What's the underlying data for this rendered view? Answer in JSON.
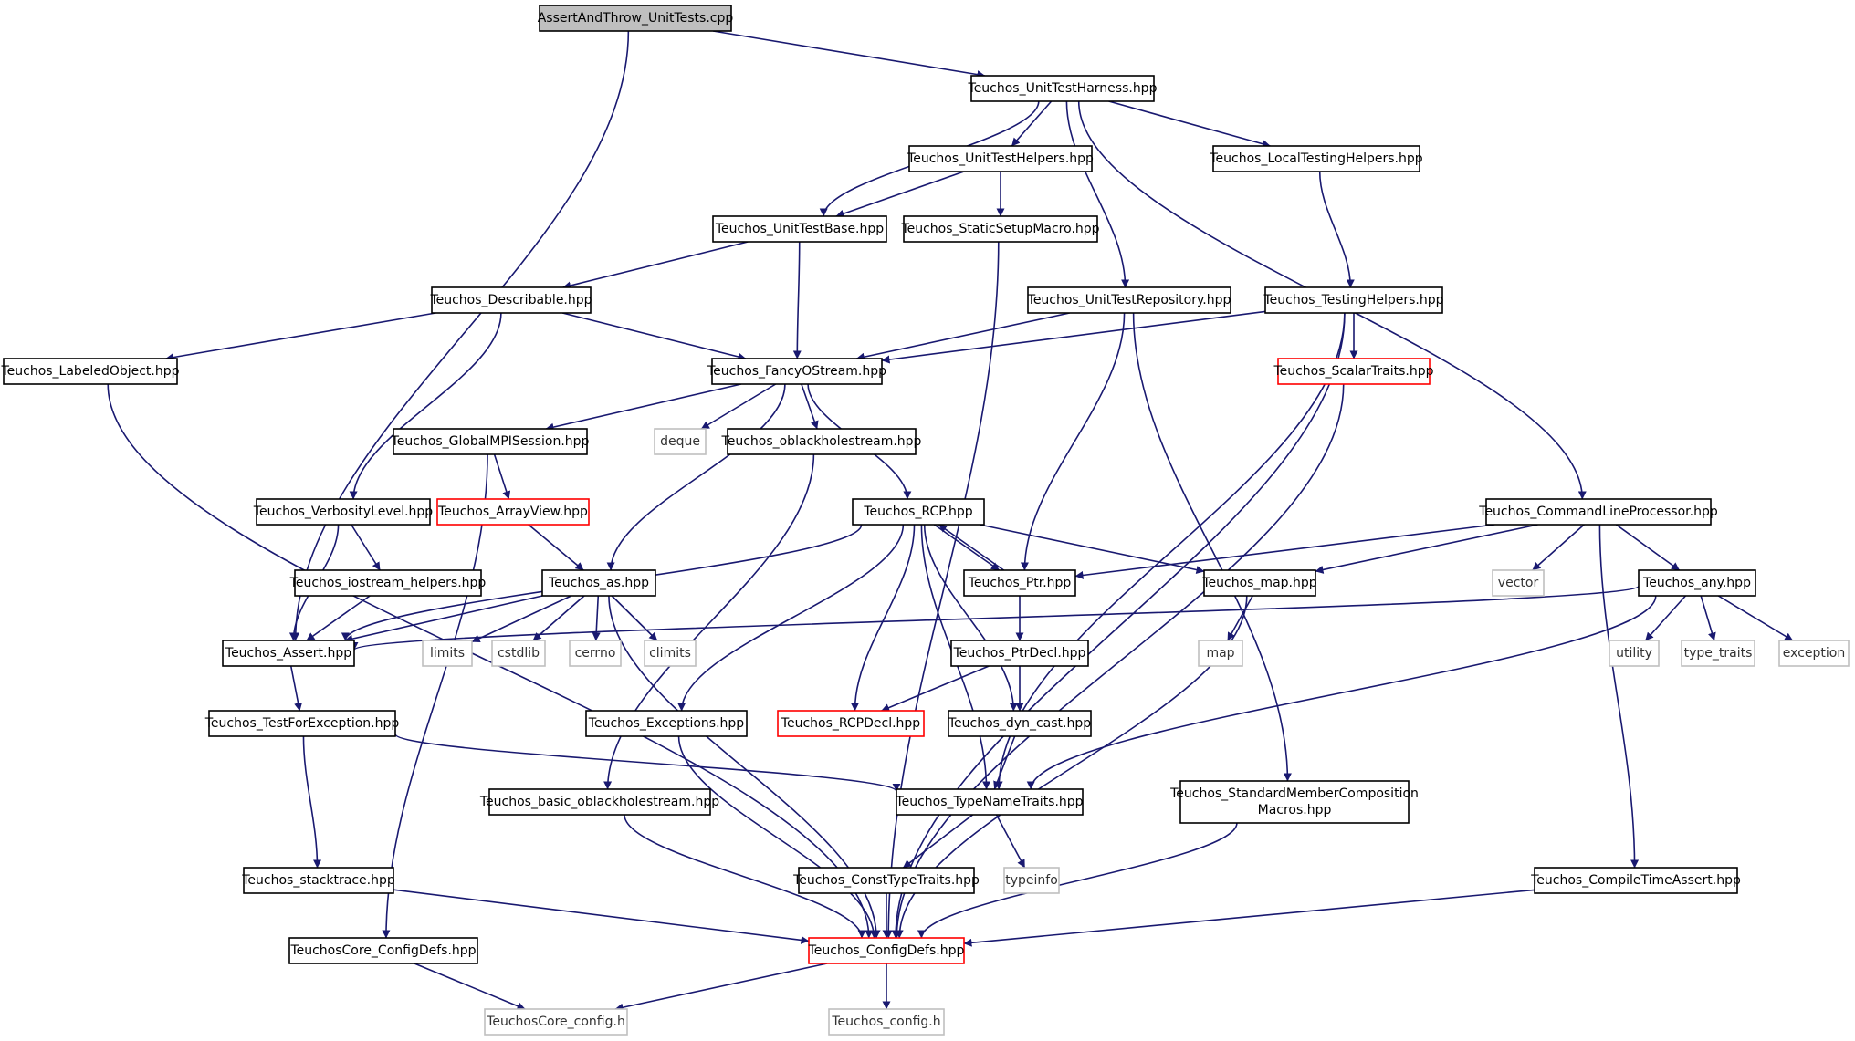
{
  "nodes": [
    {
      "id": "root",
      "label": "AssertAndThrow_UnitTests.cpp",
      "kind": "root"
    },
    {
      "id": "uth",
      "label": "Teuchos_UnitTestHarness.hpp",
      "kind": "normal"
    },
    {
      "id": "uthelp",
      "label": "Teuchos_UnitTestHelpers.hpp",
      "kind": "normal"
    },
    {
      "id": "localth",
      "label": "Teuchos_LocalTestingHelpers.hpp",
      "kind": "normal"
    },
    {
      "id": "utbase",
      "label": "Teuchos_UnitTestBase.hpp",
      "kind": "normal"
    },
    {
      "id": "static",
      "label": "Teuchos_StaticSetupMacro.hpp",
      "kind": "normal"
    },
    {
      "id": "describ",
      "label": "Teuchos_Describable.hpp",
      "kind": "normal"
    },
    {
      "id": "utrepo",
      "label": "Teuchos_UnitTestRepository.hpp",
      "kind": "normal"
    },
    {
      "id": "testh",
      "label": "Teuchos_TestingHelpers.hpp",
      "kind": "normal"
    },
    {
      "id": "labeled",
      "label": "Teuchos_LabeledObject.hpp",
      "kind": "normal"
    },
    {
      "id": "fancy",
      "label": "Teuchos_FancyOStream.hpp",
      "kind": "normal"
    },
    {
      "id": "scalar",
      "label": "Teuchos_ScalarTraits.hpp",
      "kind": "red"
    },
    {
      "id": "gmpi",
      "label": "Teuchos_GlobalMPISession.hpp",
      "kind": "normal"
    },
    {
      "id": "deque",
      "label": "deque",
      "kind": "gray"
    },
    {
      "id": "oblack",
      "label": "Teuchos_oblackholestream.hpp",
      "kind": "normal"
    },
    {
      "id": "verb",
      "label": "Teuchos_VerbosityLevel.hpp",
      "kind": "normal"
    },
    {
      "id": "arrview",
      "label": "Teuchos_ArrayView.hpp",
      "kind": "red"
    },
    {
      "id": "rcp",
      "label": "Teuchos_RCP.hpp",
      "kind": "normal"
    },
    {
      "id": "clp",
      "label": "Teuchos_CommandLineProcessor.hpp",
      "kind": "normal"
    },
    {
      "id": "iosh",
      "label": "Teuchos_iostream_helpers.hpp",
      "kind": "normal"
    },
    {
      "id": "as",
      "label": "Teuchos_as.hpp",
      "kind": "normal"
    },
    {
      "id": "ptr",
      "label": "Teuchos_Ptr.hpp",
      "kind": "normal"
    },
    {
      "id": "map",
      "label": "Teuchos_map.hpp",
      "kind": "normal"
    },
    {
      "id": "vector",
      "label": "vector",
      "kind": "gray"
    },
    {
      "id": "any",
      "label": "Teuchos_any.hpp",
      "kind": "normal"
    },
    {
      "id": "assert",
      "label": "Teuchos_Assert.hpp",
      "kind": "normal"
    },
    {
      "id": "limits",
      "label": "limits",
      "kind": "gray"
    },
    {
      "id": "cstdlib",
      "label": "cstdlib",
      "kind": "gray"
    },
    {
      "id": "cerrno",
      "label": "cerrno",
      "kind": "gray"
    },
    {
      "id": "climits",
      "label": "climits",
      "kind": "gray"
    },
    {
      "id": "ptrdecl",
      "label": "Teuchos_PtrDecl.hpp",
      "kind": "normal"
    },
    {
      "id": "mapstd",
      "label": "map",
      "kind": "gray"
    },
    {
      "id": "utility",
      "label": "utility",
      "kind": "gray"
    },
    {
      "id": "typetraits",
      "label": "type_traits",
      "kind": "gray"
    },
    {
      "id": "exception",
      "label": "exception",
      "kind": "gray"
    },
    {
      "id": "tfe",
      "label": "Teuchos_TestForException.hpp",
      "kind": "normal"
    },
    {
      "id": "exc",
      "label": "Teuchos_Exceptions.hpp",
      "kind": "normal"
    },
    {
      "id": "rcpdecl",
      "label": "Teuchos_RCPDecl.hpp",
      "kind": "red"
    },
    {
      "id": "dyncast",
      "label": "Teuchos_dyn_cast.hpp",
      "kind": "normal"
    },
    {
      "id": "basicob",
      "label": "Teuchos_basic_oblackholestream.hpp",
      "kind": "normal"
    },
    {
      "id": "tnt",
      "label": "Teuchos_TypeNameTraits.hpp",
      "kind": "normal"
    },
    {
      "id": "smcm",
      "label": "Teuchos_StandardMemberComposition",
      "label2": "Macros.hpp",
      "kind": "normal"
    },
    {
      "id": "stack",
      "label": "Teuchos_stacktrace.hpp",
      "kind": "normal"
    },
    {
      "id": "ctt",
      "label": "Teuchos_ConstTypeTraits.hpp",
      "kind": "normal"
    },
    {
      "id": "typeinfo",
      "label": "typeinfo",
      "kind": "gray"
    },
    {
      "id": "cta",
      "label": "Teuchos_CompileTimeAssert.hpp",
      "kind": "normal"
    },
    {
      "id": "corecfgdefs",
      "label": "TeuchosCore_ConfigDefs.hpp",
      "kind": "normal"
    },
    {
      "id": "cfgdefs",
      "label": "Teuchos_ConfigDefs.hpp",
      "kind": "red"
    },
    {
      "id": "corecfg",
      "label": "TeuchosCore_config.h",
      "kind": "gray"
    },
    {
      "id": "cfg",
      "label": "Teuchos_config.h",
      "kind": "gray"
    }
  ],
  "edges": [
    [
      "root",
      "uth"
    ],
    [
      "root",
      "assert"
    ],
    [
      "uth",
      "uthelp"
    ],
    [
      "uth",
      "localth"
    ],
    [
      "uth",
      "utbase"
    ],
    [
      "uth",
      "utrepo"
    ],
    [
      "uth",
      "clp"
    ],
    [
      "uthelp",
      "utbase"
    ],
    [
      "uthelp",
      "static"
    ],
    [
      "localth",
      "testh"
    ],
    [
      "utbase",
      "describ"
    ],
    [
      "utbase",
      "fancy"
    ],
    [
      "static",
      "cfgdefs"
    ],
    [
      "describ",
      "labeled"
    ],
    [
      "describ",
      "fancy"
    ],
    [
      "describ",
      "verb"
    ],
    [
      "utrepo",
      "fancy"
    ],
    [
      "utrepo",
      "ptr"
    ],
    [
      "utrepo",
      "smcm"
    ],
    [
      "testh",
      "fancy"
    ],
    [
      "testh",
      "scalar"
    ],
    [
      "testh",
      "tnt"
    ],
    [
      "testh",
      "cfgdefs"
    ],
    [
      "labeled",
      "cfgdefs"
    ],
    [
      "fancy",
      "gmpi"
    ],
    [
      "fancy",
      "deque"
    ],
    [
      "fancy",
      "oblack"
    ],
    [
      "fancy",
      "rcp"
    ],
    [
      "fancy",
      "as"
    ],
    [
      "scalar",
      "cfgdefs"
    ],
    [
      "gmpi",
      "arrview"
    ],
    [
      "gmpi",
      "corecfgdefs"
    ],
    [
      "oblack",
      "basicob"
    ],
    [
      "verb",
      "iosh"
    ],
    [
      "verb",
      "assert"
    ],
    [
      "arrview",
      "as"
    ],
    [
      "rcp",
      "ptr"
    ],
    [
      "rcp",
      "map"
    ],
    [
      "rcp",
      "assert"
    ],
    [
      "rcp",
      "exc"
    ],
    [
      "rcp",
      "rcpdecl"
    ],
    [
      "rcp",
      "dyncast"
    ],
    [
      "rcp",
      "tnt"
    ],
    [
      "ptr",
      "rcp"
    ],
    [
      "ptr",
      "ptrdecl"
    ],
    [
      "clp",
      "ptr"
    ],
    [
      "clp",
      "map"
    ],
    [
      "clp",
      "vector"
    ],
    [
      "clp",
      "any"
    ],
    [
      "clp",
      "cta"
    ],
    [
      "iosh",
      "assert"
    ],
    [
      "as",
      "assert"
    ],
    [
      "as",
      "limits"
    ],
    [
      "as",
      "cstdlib"
    ],
    [
      "as",
      "cerrno"
    ],
    [
      "as",
      "climits"
    ],
    [
      "as",
      "cfgdefs"
    ],
    [
      "map",
      "mapstd"
    ],
    [
      "map",
      "cfgdefs"
    ],
    [
      "any",
      "assert"
    ],
    [
      "any",
      "utility"
    ],
    [
      "any",
      "typetraits"
    ],
    [
      "any",
      "exception"
    ],
    [
      "any",
      "tnt"
    ],
    [
      "assert",
      "tfe"
    ],
    [
      "ptrdecl",
      "rcpdecl"
    ],
    [
      "ptrdecl",
      "dyncast"
    ],
    [
      "tfe",
      "stack"
    ],
    [
      "tfe",
      "tnt"
    ],
    [
      "exc",
      "cfgdefs"
    ],
    [
      "dyncast",
      "tnt"
    ],
    [
      "basicob",
      "cfgdefs"
    ],
    [
      "tnt",
      "ctt"
    ],
    [
      "tnt",
      "typeinfo"
    ],
    [
      "smcm",
      "cfgdefs"
    ],
    [
      "stack",
      "cfgdefs"
    ],
    [
      "ctt",
      "cfgdefs"
    ],
    [
      "cta",
      "cfgdefs"
    ],
    [
      "corecfgdefs",
      "corecfg"
    ],
    [
      "cfgdefs",
      "corecfg"
    ],
    [
      "cfgdefs",
      "cfg"
    ]
  ]
}
